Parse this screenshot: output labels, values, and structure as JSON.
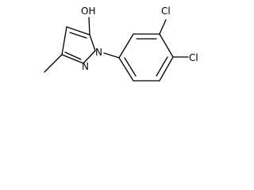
{
  "molecule": {
    "atom_labels": {
      "hydroxyl": "OH",
      "n1": "N",
      "n2": "N",
      "cl_meta": "Cl",
      "cl_para": "Cl"
    }
  },
  "colors": {
    "bond": "#000000",
    "label": "#000000",
    "background": "#ffffff"
  }
}
